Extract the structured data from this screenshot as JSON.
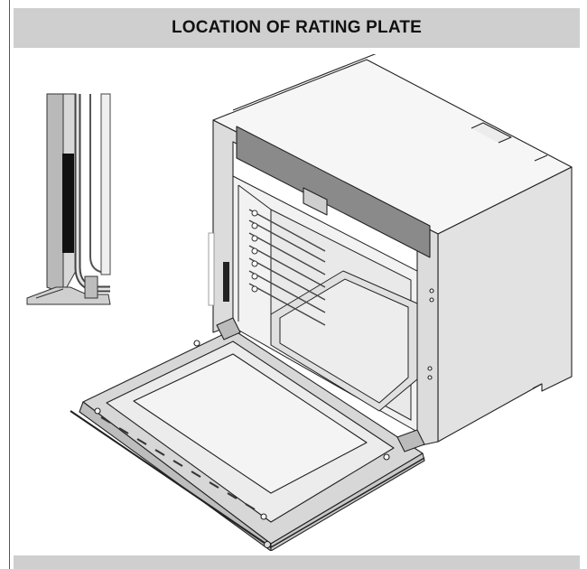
{
  "header": {
    "title": "LOCATION OF RATING PLATE"
  },
  "illustration": {
    "main_subject": "built-in oven with open door",
    "inset_subject": "close-up of oven side frame with rating plate"
  },
  "colors": {
    "band": "#cfcfcf",
    "line": "#222222",
    "steel_dark": "#777777",
    "steel_light": "#e6e6e6"
  }
}
